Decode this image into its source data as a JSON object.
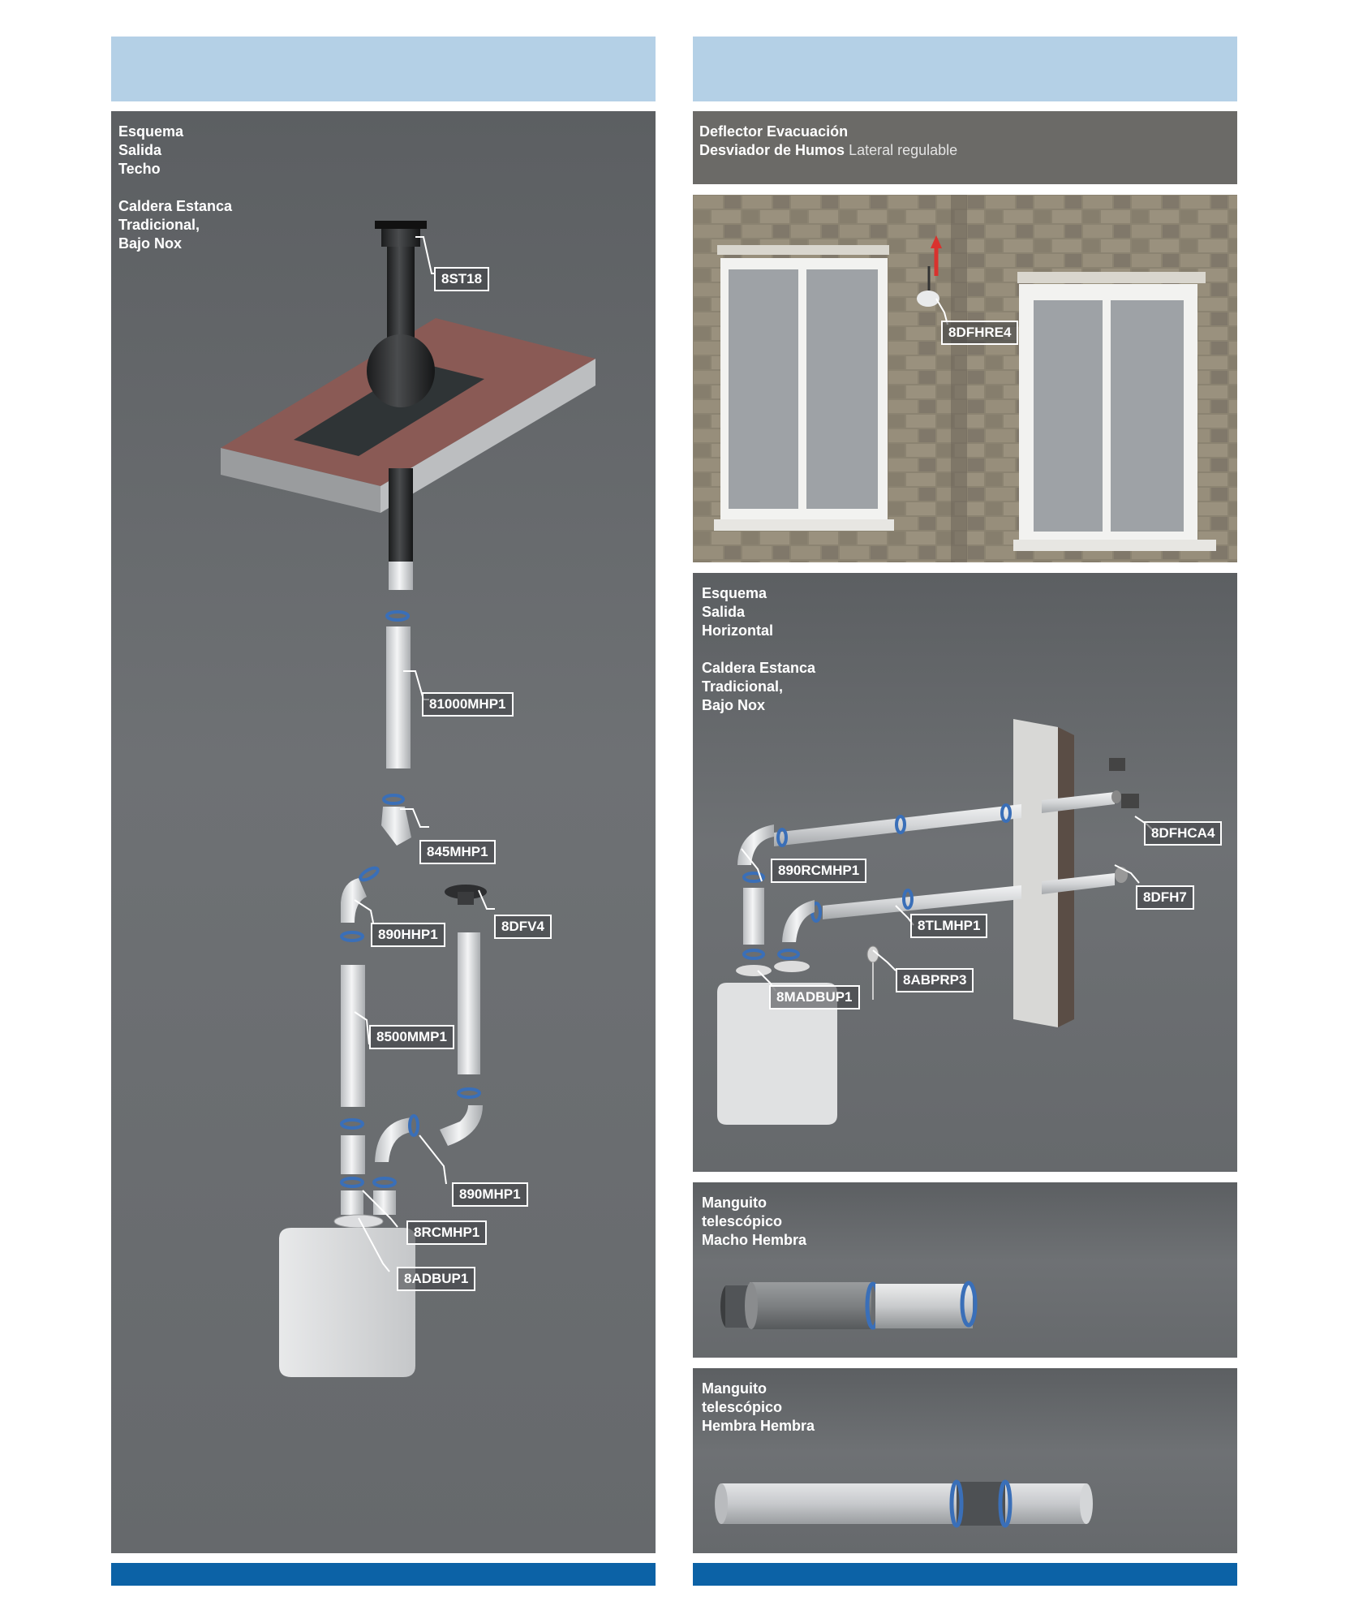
{
  "left_panel": {
    "caption_lines": [
      "Esquema",
      "Salida",
      "Techo",
      "",
      "Caldera Estanca",
      "Tradicional,",
      "Bajo Nox"
    ],
    "labels": {
      "st18": "8ST18",
      "mhp1000": "81000MHP1",
      "mhp845": "845MHP1",
      "hhp890": "890HHP1",
      "dfv4": "8DFV4",
      "mmp8500": "8500MMP1",
      "mhp890": "890MHP1",
      "rcmhp": "8RCMHP1",
      "adbup": "8ADBUP1"
    }
  },
  "deflector": {
    "title": "Deflector Evacuación",
    "subtitle_bold": "Desviador de Humos",
    "subtitle_light": "Lateral regulable",
    "label": "8DFHRE4"
  },
  "horizontal_panel": {
    "caption_lines": [
      "Esquema",
      "Salida",
      "Horizontal",
      "",
      "Caldera Estanca",
      "Tradicional,",
      "Bajo Nox"
    ],
    "labels": {
      "dfhca4": "8DFHCA4",
      "rcmhp890": "890RCMHP1",
      "dfh7": "8DFH7",
      "tlmhp": "8TLMHP1",
      "abprp3": "8ABPRP3",
      "madbup": "8MADBUP1"
    }
  },
  "manguito_mh": {
    "caption_lines": [
      "Manguito",
      "telescópico",
      "Macho Hembra"
    ]
  },
  "manguito_hh": {
    "caption_lines": [
      "Manguito",
      "telescópico",
      "Hembra Hembra"
    ]
  },
  "colors": {
    "band_top": "#b4d0e6",
    "band_bottom": "#0c62a6",
    "gasket": "#3a6fb8",
    "arrow": "#d9322e"
  }
}
